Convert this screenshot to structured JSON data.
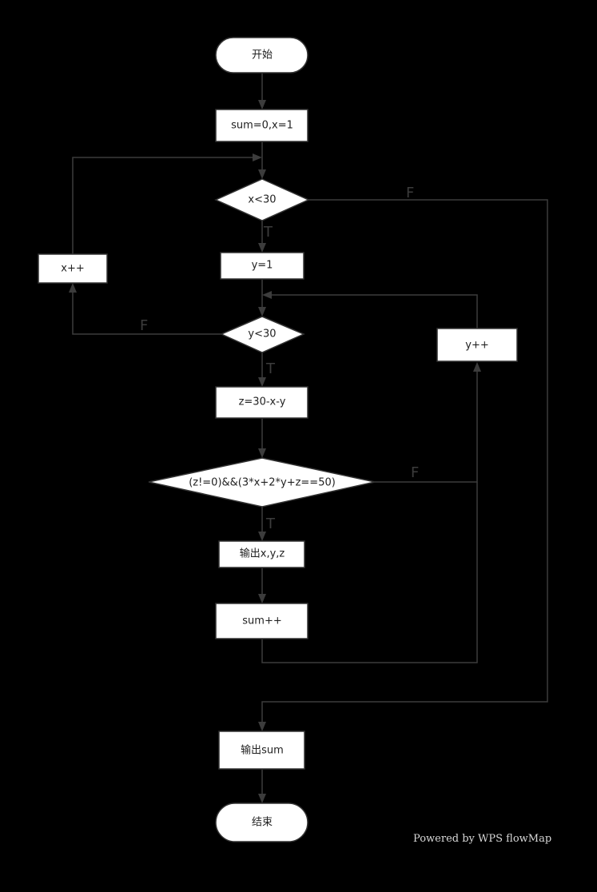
{
  "nodes": {
    "start": "开始",
    "init": "sum=0,x=1",
    "cond_x": "x<30",
    "set_y": "y=1",
    "cond_y": "y<30",
    "calc_z": "z=30-x-y",
    "cond_main": "(z!=0)&&(3*x+2*y+z==50)",
    "output_xyz": "输出x,y,z",
    "sum_inc": "sum++",
    "y_inc": "y++",
    "x_inc": "x++",
    "output_sum": "输出sum",
    "end": "结束"
  },
  "edge_labels": {
    "cond_x_false": "F",
    "cond_x_true": "T",
    "cond_y_false": "F",
    "cond_y_true": "T",
    "cond_main_false": "F",
    "cond_main_true": "T"
  },
  "footer": "Powered by WPS flowMap"
}
